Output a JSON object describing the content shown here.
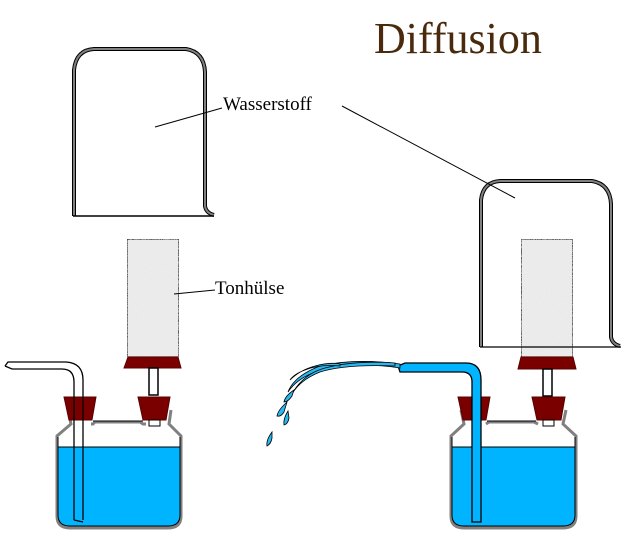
{
  "title": "Diffusion",
  "labels": {
    "gas": "Wasserstoff",
    "cylinder": "Tonhülse"
  },
  "colors": {
    "title": "#4a2a0c",
    "water": "#00b4ff",
    "stopper": "#7a0000",
    "glass": "#808080",
    "outline": "#000000",
    "porous": "#e6e6e6"
  }
}
